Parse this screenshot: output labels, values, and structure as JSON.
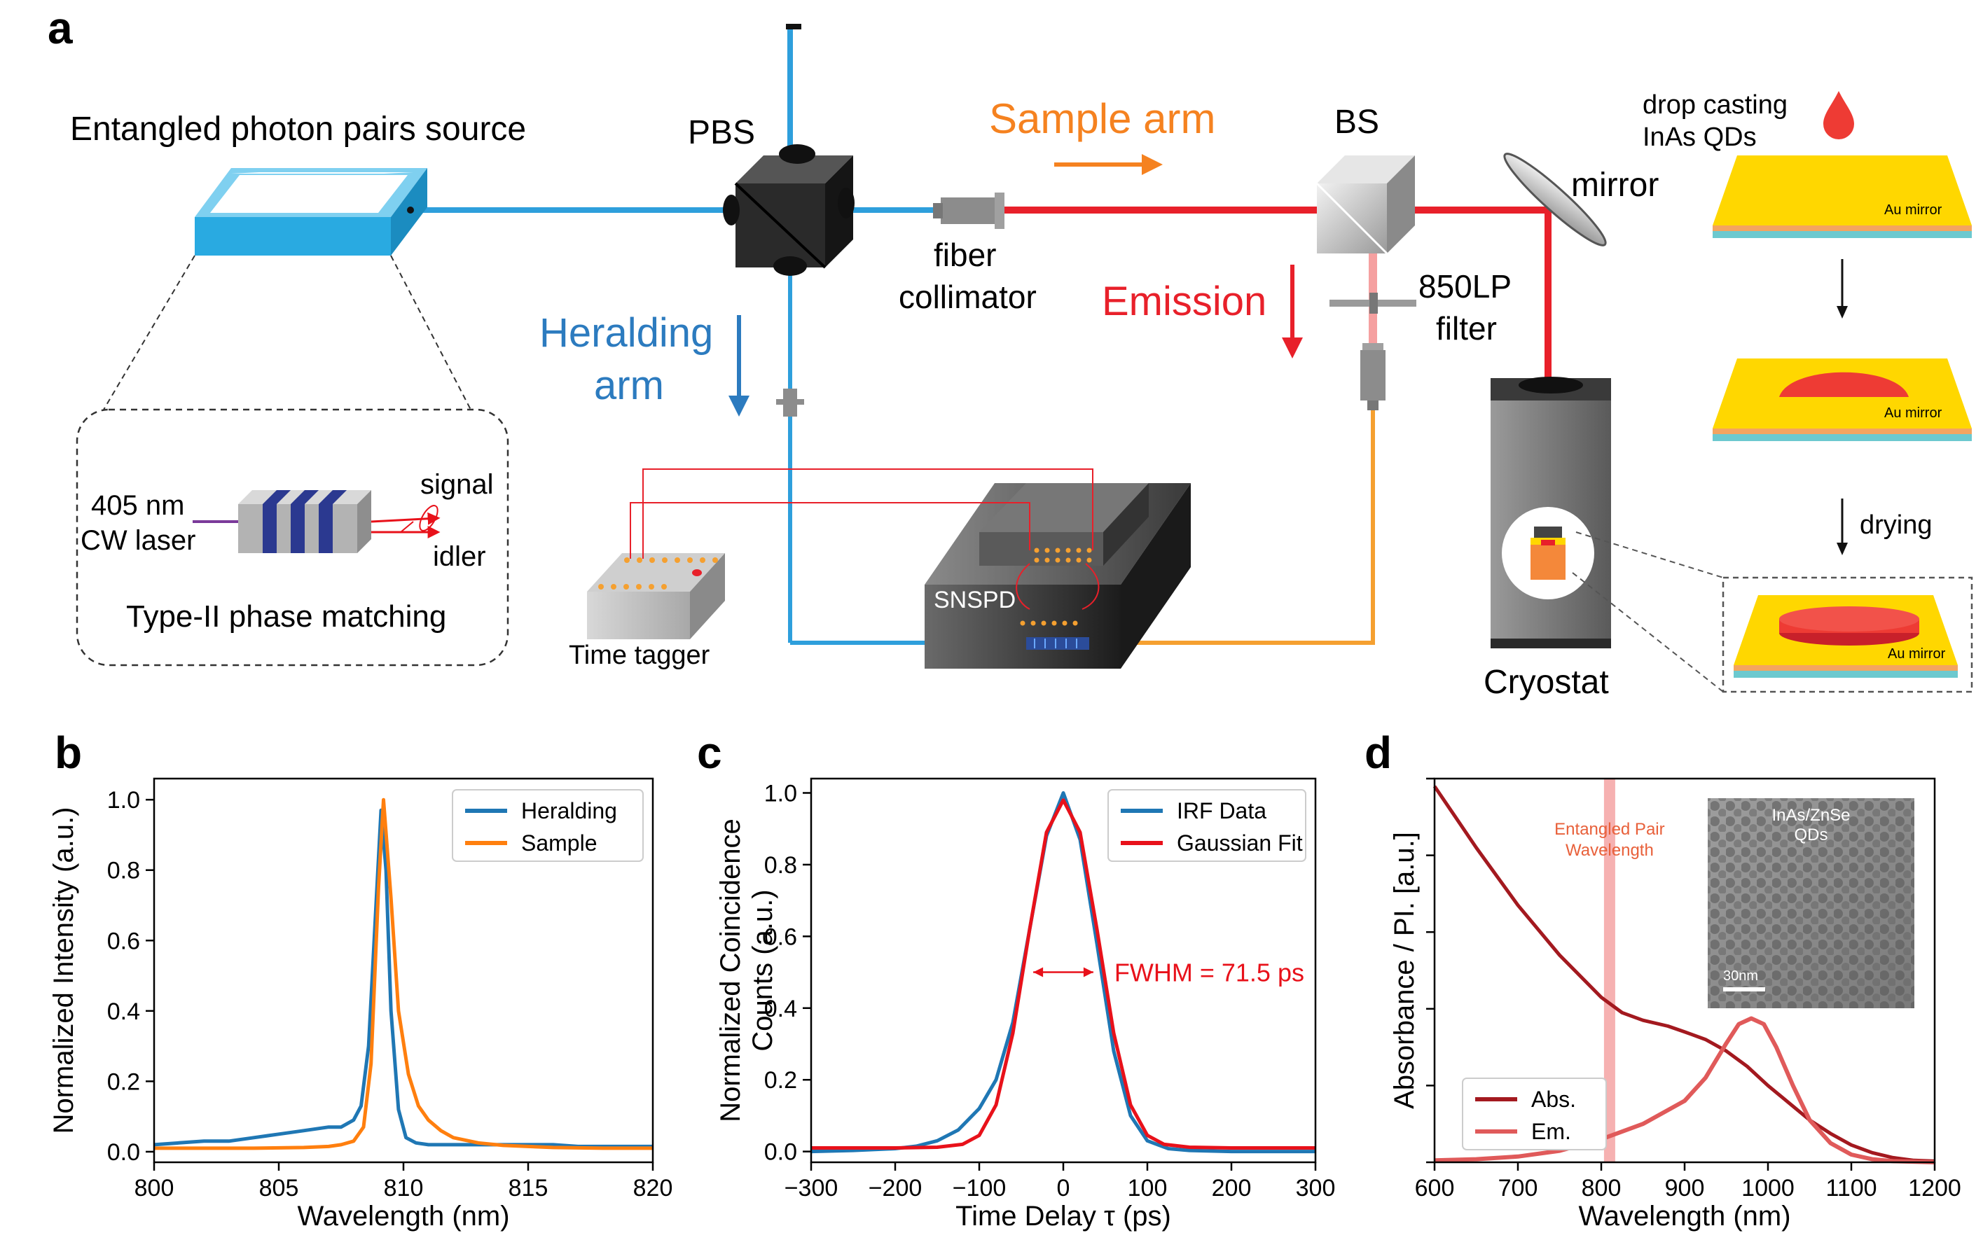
{
  "panels": {
    "a": "a",
    "b": "b",
    "c": "c",
    "d": "d"
  },
  "setup": {
    "source_label": "Entangled photon pairs source",
    "pbs_label": "PBS",
    "bs_label": "BS",
    "sample_arm_label": "Sample arm",
    "heralding_arm_line1": "Heralding",
    "heralding_arm_line2": "arm",
    "emission_label": "Emission",
    "fiber_collimator_line1": "fiber",
    "fiber_collimator_line2": "collimator",
    "filter_line1": "850LP",
    "filter_line2": "filter",
    "mirror_label": "mirror",
    "cryostat_label": "Cryostat",
    "snspd_label": "SNSPD",
    "time_tagger_label": "Time tagger",
    "laser_line1": "405 nm",
    "laser_line2": "CW laser",
    "signal_label": "signal",
    "idler_label": "idler",
    "phase_matching_label": "Type-II phase matching",
    "drop_casting_line1": "drop casting",
    "drop_casting_line2": "InAs QDs",
    "au_mirror_label": "Au mirror",
    "drying_label": "drying"
  },
  "colors": {
    "heralding_blue": "#2e9fdc",
    "sample_orange": "#f5a030",
    "emission_red": "#e8202a",
    "source_blue": "#29aae1",
    "gold": "#ffd700",
    "qd_red": "#ee3b34",
    "series_blue": "#1f77b4",
    "series_orange": "#ff7f0e",
    "fit_red": "#e8111a",
    "abs_darkred": "#a3191f",
    "em_red": "#e05a5a"
  },
  "chart_data": [
    {
      "panel": "b",
      "type": "line",
      "xlabel": "Wavelength (nm)",
      "ylabel": "Normalized Intensity (a.u.)",
      "xlim": [
        800,
        820
      ],
      "ylim": [
        -0.03,
        1.06
      ],
      "xticks": [
        800,
        805,
        810,
        815,
        820
      ],
      "xtick_labels": [
        "800",
        "805",
        "810",
        "815",
        "820"
      ],
      "yticks": [
        0,
        0.2,
        0.4,
        0.6,
        0.8,
        1.0
      ],
      "ytick_labels": [
        "0.0",
        "0.2",
        "0.4",
        "0.6",
        "0.8",
        "1.0"
      ],
      "legend_position": "top-right",
      "series": [
        {
          "name": "Heralding",
          "color": "#1f77b4",
          "x": [
            800,
            801,
            802,
            803,
            804,
            805,
            806,
            807,
            807.5,
            808,
            808.3,
            808.6,
            808.9,
            809.1,
            809.3,
            809.5,
            809.8,
            810.1,
            810.5,
            811,
            812,
            813,
            814,
            815,
            816,
            817,
            818,
            819,
            820
          ],
          "y": [
            0.02,
            0.025,
            0.03,
            0.03,
            0.04,
            0.05,
            0.06,
            0.07,
            0.07,
            0.09,
            0.13,
            0.3,
            0.7,
            0.97,
            0.8,
            0.4,
            0.12,
            0.04,
            0.025,
            0.02,
            0.02,
            0.02,
            0.02,
            0.02,
            0.02,
            0.015,
            0.015,
            0.015,
            0.015
          ]
        },
        {
          "name": "Sample",
          "color": "#ff7f0e",
          "x": [
            800,
            802,
            804,
            806,
            807,
            807.5,
            808,
            808.4,
            808.7,
            809,
            809.2,
            809.5,
            809.8,
            810.2,
            810.6,
            811,
            811.5,
            812,
            813,
            814,
            815,
            816,
            818,
            820
          ],
          "y": [
            0.01,
            0.01,
            0.01,
            0.012,
            0.015,
            0.02,
            0.03,
            0.07,
            0.25,
            0.75,
            1.0,
            0.72,
            0.4,
            0.22,
            0.13,
            0.09,
            0.06,
            0.04,
            0.025,
            0.018,
            0.015,
            0.012,
            0.01,
            0.01
          ]
        }
      ]
    },
    {
      "panel": "c",
      "type": "line",
      "xlabel": "Time Delay τ (ps)",
      "ylabel_line1": "Normalized Coincidence",
      "ylabel_line2": "Counts (a.u.)",
      "xlim": [
        -300,
        300
      ],
      "ylim": [
        -0.03,
        1.04
      ],
      "xticks": [
        -300,
        -200,
        -100,
        0,
        100,
        200,
        300
      ],
      "xtick_labels": [
        "−300",
        "−200",
        "−100",
        "0",
        "100",
        "200",
        "300"
      ],
      "yticks": [
        0,
        0.2,
        0.4,
        0.6,
        0.8,
        1.0
      ],
      "ytick_labels": [
        "0.0",
        "0.2",
        "0.4",
        "0.6",
        "0.8",
        "1.0"
      ],
      "legend_position": "top-right",
      "annotation": "FWHM = 71.5 ps",
      "fwhm_ps": 71.5,
      "series": [
        {
          "name": "IRF Data",
          "color": "#1f77b4",
          "x": [
            -300,
            -250,
            -200,
            -175,
            -150,
            -125,
            -100,
            -80,
            -60,
            -40,
            -20,
            0,
            20,
            40,
            60,
            80,
            100,
            125,
            150,
            200,
            250,
            300
          ],
          "y": [
            0.0,
            0.003,
            0.008,
            0.015,
            0.03,
            0.06,
            0.12,
            0.2,
            0.36,
            0.62,
            0.88,
            1.0,
            0.87,
            0.58,
            0.28,
            0.1,
            0.03,
            0.008,
            0.003,
            0.0,
            0.0,
            0.0
          ]
        },
        {
          "name": "Gaussian Fit",
          "color": "#e8111a",
          "x": [
            -300,
            -200,
            -150,
            -120,
            -100,
            -80,
            -60,
            -40,
            -20,
            0,
            20,
            40,
            60,
            80,
            100,
            120,
            150,
            200,
            300
          ],
          "y": [
            0.01,
            0.01,
            0.012,
            0.02,
            0.045,
            0.13,
            0.33,
            0.62,
            0.89,
            0.98,
            0.89,
            0.62,
            0.33,
            0.13,
            0.045,
            0.02,
            0.012,
            0.01,
            0.01
          ]
        }
      ]
    },
    {
      "panel": "d",
      "type": "line",
      "xlabel": "Wavelength (nm)",
      "ylabel": "Absorbance / PI. [a.u.]",
      "xlim": [
        600,
        1200
      ],
      "xticks": [
        600,
        700,
        800,
        900,
        1000,
        1100,
        1200
      ],
      "xtick_labels": [
        "600",
        "700",
        "800",
        "900",
        "1000",
        "1100",
        "1200"
      ],
      "ylim": [
        0,
        1
      ],
      "legend_position": "bottom-left",
      "band_wavelength_nm": 810,
      "band_label_line1": "Entangled Pair",
      "band_label_line2": "Wavelength",
      "inset_label_line1": "InAs/ZnSe",
      "inset_label_line2": "QDs",
      "scale_bar_label": "30nm",
      "series": [
        {
          "name": "Abs.",
          "color": "#a3191f",
          "x": [
            600,
            625,
            650,
            700,
            750,
            800,
            825,
            850,
            880,
            900,
            925,
            950,
            975,
            1000,
            1025,
            1050,
            1075,
            1100,
            1125,
            1150,
            1175,
            1200
          ],
          "y": [
            0.98,
            0.9,
            0.82,
            0.67,
            0.54,
            0.43,
            0.39,
            0.37,
            0.355,
            0.34,
            0.32,
            0.29,
            0.25,
            0.2,
            0.155,
            0.11,
            0.075,
            0.045,
            0.025,
            0.012,
            0.005,
            0.003
          ]
        },
        {
          "name": "Em.",
          "color": "#e05a5a",
          "x": [
            600,
            650,
            700,
            750,
            800,
            850,
            900,
            925,
            950,
            965,
            980,
            995,
            1010,
            1030,
            1050,
            1075,
            1100,
            1125,
            1150,
            1200
          ],
          "y": [
            0.005,
            0.008,
            0.015,
            0.03,
            0.06,
            0.1,
            0.16,
            0.22,
            0.31,
            0.36,
            0.375,
            0.36,
            0.3,
            0.2,
            0.11,
            0.05,
            0.02,
            0.008,
            0.003,
            0.0
          ]
        }
      ]
    }
  ]
}
